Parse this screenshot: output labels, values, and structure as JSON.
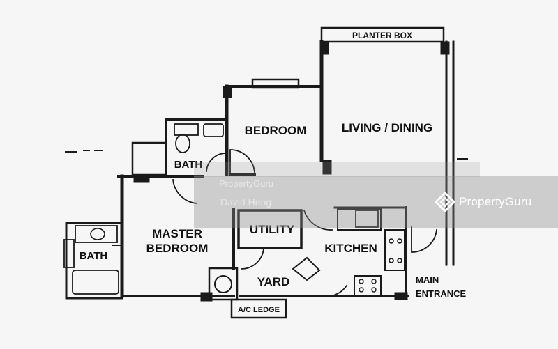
{
  "rooms": {
    "planter_box": "PLANTER BOX",
    "bedroom": "BEDROOM",
    "living_dining": "LIVING / DINING",
    "bath_top": "BATH",
    "master_line1": "MASTER",
    "master_line2": "BEDROOM",
    "bath_left": "BATH",
    "utility": "UTILITY",
    "kitchen": "KITCHEN",
    "yard": "YARD",
    "ac_ledge": "A/C LEDGE",
    "main_line1": "MAIN",
    "main_line2": "ENTRANCE"
  },
  "watermark": {
    "brand": "PropertyGuru",
    "brand_small": "PropertyGuru",
    "user": "David Heng",
    "logo_icon": "propertyguru-logo-icon"
  }
}
